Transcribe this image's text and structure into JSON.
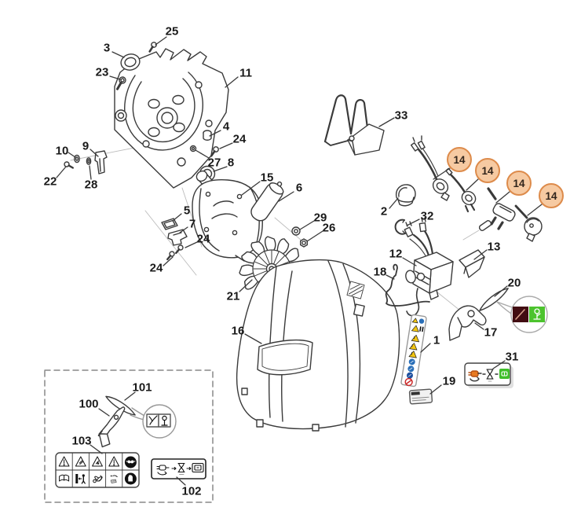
{
  "diagram": {
    "type": "exploded-parts-diagram",
    "callouts": {
      "c1": "1",
      "c2": "2",
      "c3": "3",
      "c4": "4",
      "c5": "5",
      "c6": "6",
      "c7": "7",
      "c8": "8",
      "c9": "9",
      "c10": "10",
      "c11": "11",
      "c12": "12",
      "c13": "13",
      "c15": "15",
      "c16": "16",
      "c17": "17",
      "c18": "18",
      "c19": "19",
      "c20": "20",
      "c21": "21",
      "c22": "22",
      "c23": "23",
      "c24a": "24",
      "c24b": "24",
      "c24c": "24",
      "c25": "25",
      "c26": "26",
      "c27": "27",
      "c28": "28",
      "c29": "29",
      "c31": "31",
      "c32": "32",
      "c33": "33",
      "c100": "100",
      "c101": "101",
      "c102": "102",
      "c103": "103"
    },
    "highlighted_callouts": {
      "h14a": "14",
      "h14b": "14",
      "h14c": "14",
      "h14d": "14"
    },
    "highlight_style": {
      "fill": "#f6caa2",
      "border": "#dd8b4b"
    },
    "colors": {
      "line": "#3a3a3a",
      "construction_line": "#bcbcbc",
      "warning_yellow": "#f2c511",
      "safety_blue": "#2a6fb8",
      "prohibition_red": "#cc2a2a",
      "label_green": "#4cc32e",
      "label_dark_red": "#420d12",
      "label_orange": "#e87a22"
    },
    "icons": {
      "inset_20": [
        "blade-wear-icon",
        "plant-icon"
      ],
      "inset_101": [
        "branch-icon",
        "plant-icon"
      ],
      "label_31": [
        "plug-icon",
        "hourglass-icon",
        "power-on-icon"
      ],
      "label_102": [
        "plug-icon",
        "hourglass-icon",
        "power-switch-icon"
      ],
      "label_103_row1": [
        "warning-triangle-icon",
        "warning-triangle-icon",
        "warning-triangle-icon",
        "warning-triangle-icon",
        "face-protection-icon"
      ],
      "label_103_row2": [
        "read-manual-icon",
        "keep-distance-icon",
        "rotating-blades-icon",
        "debris-icon",
        "glove-icon"
      ],
      "label_1": [
        "warning-triangle-icon",
        "mandatory-blue-icon",
        "prohibition-icon"
      ]
    }
  }
}
